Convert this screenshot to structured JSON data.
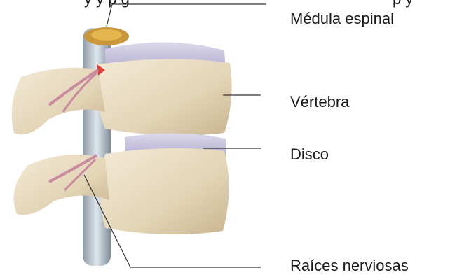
{
  "labels": {
    "cut_off_top": "y y p g",
    "cut_off_top_right": "p y",
    "spinal_cord": "Médula espinal",
    "vertebra": "Vértebra",
    "disc": "Disco",
    "nerve_roots": "Raíces nerviosas"
  },
  "colors": {
    "bone": "#e8dcc2",
    "disc": "#c8c3dc",
    "cord": "#d7a642",
    "nerve": "#c98aa0",
    "highlight": "#e0403a",
    "leader_line": "#333333"
  }
}
